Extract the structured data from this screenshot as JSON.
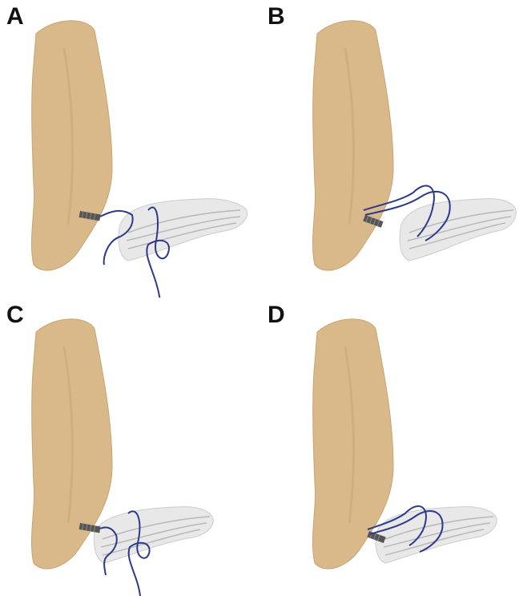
{
  "panels": [
    {
      "label": "A",
      "variant": "transosseous"
    },
    {
      "label": "B",
      "variant": "anchor-tied"
    },
    {
      "label": "C",
      "variant": "transosseous-abutting"
    },
    {
      "label": "D",
      "variant": "anchor-tied-abutting"
    }
  ],
  "colors": {
    "bone": "#d9b88a",
    "bone_shadow": "#c9a470",
    "tendon": "#e8e8e8",
    "tendon_stripe": "#b8b8b8",
    "suture": "#2d3a8c",
    "anchor": "#555555"
  }
}
